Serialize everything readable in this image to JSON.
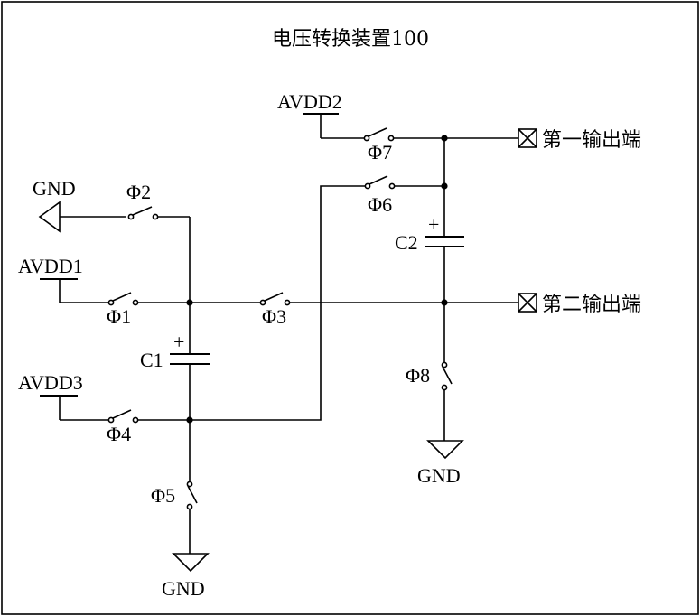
{
  "title": "电压转换装置100",
  "supplies": {
    "avdd1": "AVDD1",
    "avdd2": "AVDD2",
    "avdd3": "AVDD3"
  },
  "grounds": {
    "gnd_top": "GND",
    "gnd_bottom_left": "GND",
    "gnd_bottom_right": "GND"
  },
  "switches": {
    "phi1": "Φ1",
    "phi2": "Φ2",
    "phi3": "Φ3",
    "phi4": "Φ4",
    "phi5": "Φ5",
    "phi6": "Φ6",
    "phi7": "Φ7",
    "phi8": "Φ8"
  },
  "capacitors": {
    "c1": "C1",
    "c2": "C2",
    "c1_polarity": "+",
    "c2_polarity": "+"
  },
  "outputs": {
    "first": "第一输出端",
    "second": "第二输出端"
  }
}
